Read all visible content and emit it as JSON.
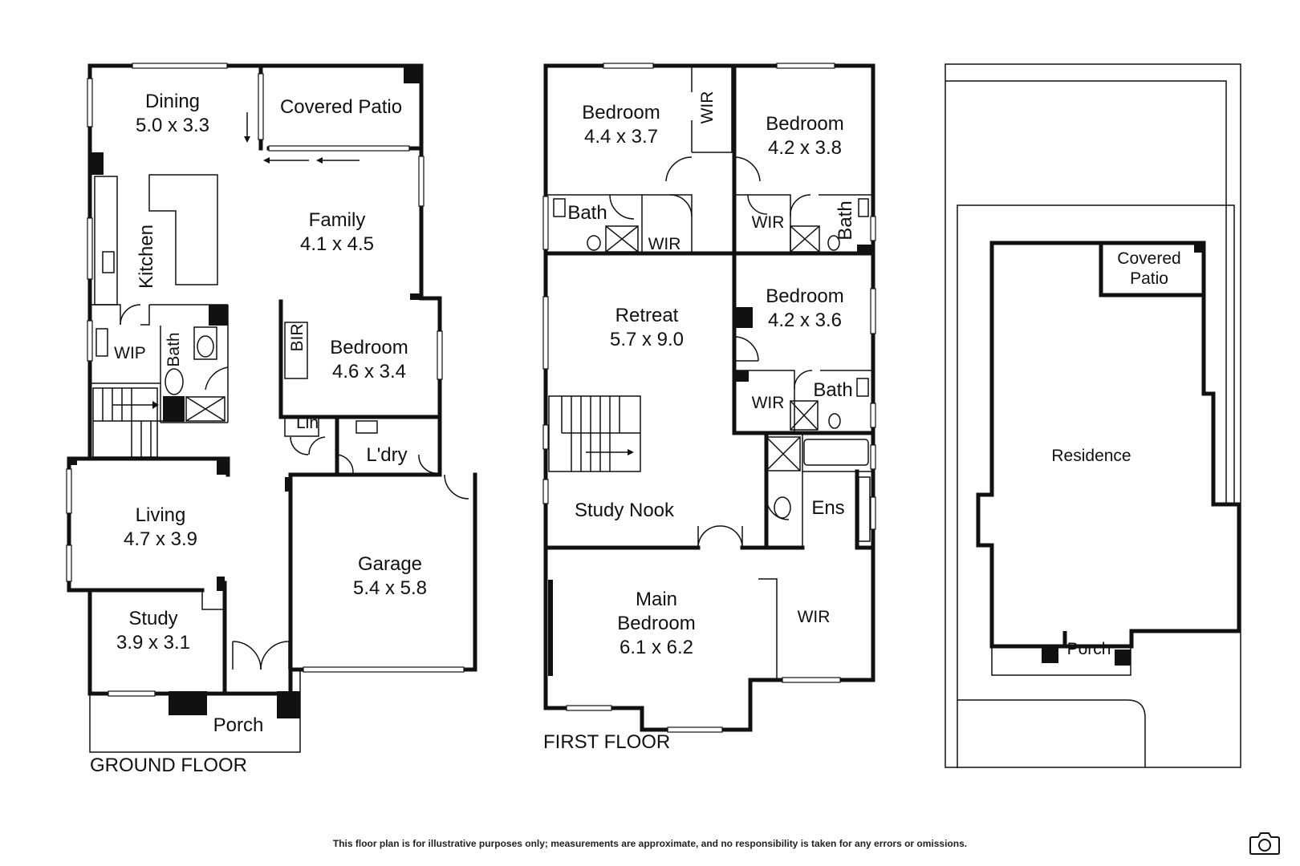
{
  "floors": {
    "ground": "GROUND FLOOR",
    "first": "FIRST FLOOR"
  },
  "ground_rooms": {
    "dining": {
      "name": "Dining",
      "dims": "5.0 x 3.3"
    },
    "covered_patio": {
      "name": "Covered Patio"
    },
    "family": {
      "name": "Family",
      "dims": "4.1 x 4.5"
    },
    "kitchen": {
      "name": "Kitchen"
    },
    "wip": {
      "name": "WIP"
    },
    "bath": {
      "name": "Bath"
    },
    "bir": {
      "name": "BIR"
    },
    "bedroom": {
      "name": "Bedroom",
      "dims": "4.6 x 3.4"
    },
    "lin": {
      "name": "Lin"
    },
    "laundry": {
      "name": "L'dry"
    },
    "living": {
      "name": "Living",
      "dims": "4.7 x 3.9"
    },
    "garage": {
      "name": "Garage",
      "dims": "5.4 x 5.8"
    },
    "study": {
      "name": "Study",
      "dims": "3.9 x 3.1"
    },
    "porch": {
      "name": "Porch"
    }
  },
  "first_rooms": {
    "bedroom_nw": {
      "name": "Bedroom",
      "dims": "4.4 x 3.7"
    },
    "wir_top": {
      "name": "WIR"
    },
    "bedroom_ne": {
      "name": "Bedroom",
      "dims": "4.2 x 3.8"
    },
    "bath_w": {
      "name": "Bath"
    },
    "wir_w": {
      "name": "WIR"
    },
    "wir_ne": {
      "name": "WIR"
    },
    "bath_ne": {
      "name": "Bath"
    },
    "retreat": {
      "name": "Retreat",
      "dims": "5.7 x 9.0"
    },
    "bedroom_e": {
      "name": "Bedroom",
      "dims": "4.2 x 3.6"
    },
    "wir_e": {
      "name": "WIR"
    },
    "bath_e": {
      "name": "Bath"
    },
    "study_nook": {
      "name": "Study Nook"
    },
    "ens": {
      "name": "Ens"
    },
    "main_bedroom": {
      "name": "Main",
      "name2": "Bedroom",
      "dims": "6.1 x 6.2"
    },
    "wir_main": {
      "name": "WIR"
    }
  },
  "site": {
    "covered_patio_line1": "Covered",
    "covered_patio_line2": "Patio",
    "residence": "Residence",
    "porch": "Porch"
  },
  "disclaimer": "This floor plan is for illustrative purposes only; measurements are approximate, and no responsibility is taken for any errors or omissions.",
  "icons": {
    "logo": "camera-icon"
  }
}
